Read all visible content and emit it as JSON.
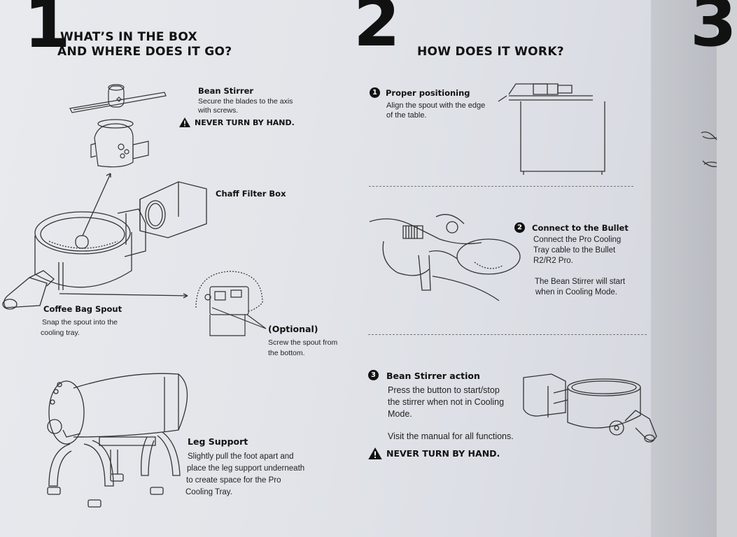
{
  "section1": {
    "number": "1",
    "title_line1": "WHAT’S IN THE BOX",
    "title_line2": "AND WHERE DOES IT GO?",
    "bean_stirrer": {
      "label": "Bean Stirrer",
      "desc_line1": "Secure the blades to the axis",
      "desc_line2": "with screws.",
      "warning": "NEVER TURN BY HAND."
    },
    "chaff_filter": {
      "label": "Chaff Filter Box"
    },
    "coffee_bag_spout": {
      "label": "Coffee Bag Spout",
      "desc_line1": "Snap the spout into the",
      "desc_line2": "cooling tray."
    },
    "optional": {
      "label": "(Optional)",
      "desc_line1": "Screw the spout from",
      "desc_line2": "the bottom."
    },
    "leg_support": {
      "label": "Leg Support",
      "desc_line1": "Slightly pull the foot apart and",
      "desc_line2": "place the leg support underneath",
      "desc_line3": "to create space for the Pro",
      "desc_line4": "Cooling Tray."
    }
  },
  "section2": {
    "number": "2",
    "title": "HOW DOES IT WORK?",
    "step1": {
      "number": "1",
      "label": "Proper positioning",
      "desc_line1": "Align the spout with the edge",
      "desc_line2": "of the table."
    },
    "step2": {
      "number": "2",
      "label": "Connect to the Bullet",
      "desc_line1": "Connect the Pro Cooling",
      "desc_line2": "Tray cable to the Bullet",
      "desc_line3": "R2/R2 Pro.",
      "desc_line4": "The Bean Stirrer will start",
      "desc_line5": "when in Cooling Mode."
    },
    "step3": {
      "number": "3",
      "label": "Bean Stirrer action",
      "desc_line1": "Press the button to start/stop",
      "desc_line2": "the stirrer when not in Cooling",
      "desc_line3": "Mode.",
      "desc_line4": "Visit the manual for all functions.",
      "warning": "NEVER TURN BY HAND."
    }
  },
  "section3": {
    "number": "3"
  },
  "icons": {
    "warning": "warning-triangle-icon"
  },
  "colors": {
    "paper": "#e6e8ec",
    "ink": "#111111"
  }
}
